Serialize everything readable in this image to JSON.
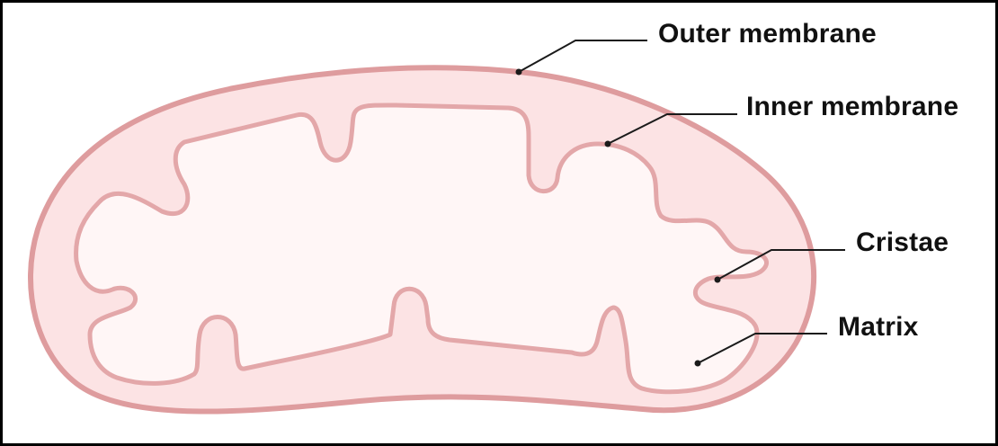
{
  "labels": {
    "outer_membrane": "Outer membrane",
    "inner_membrane": "Inner membrane",
    "cristae": "Cristae",
    "matrix": "Matrix"
  },
  "colors": {
    "outer_membrane_stroke": "#de9c9e",
    "intermembrane_fill": "#fce3e4",
    "inner_membrane_stroke": "#e3a7a9",
    "matrix_fill": "#fff6f6",
    "leader_line": "#1a1a1a",
    "frame_border": "#000000"
  }
}
